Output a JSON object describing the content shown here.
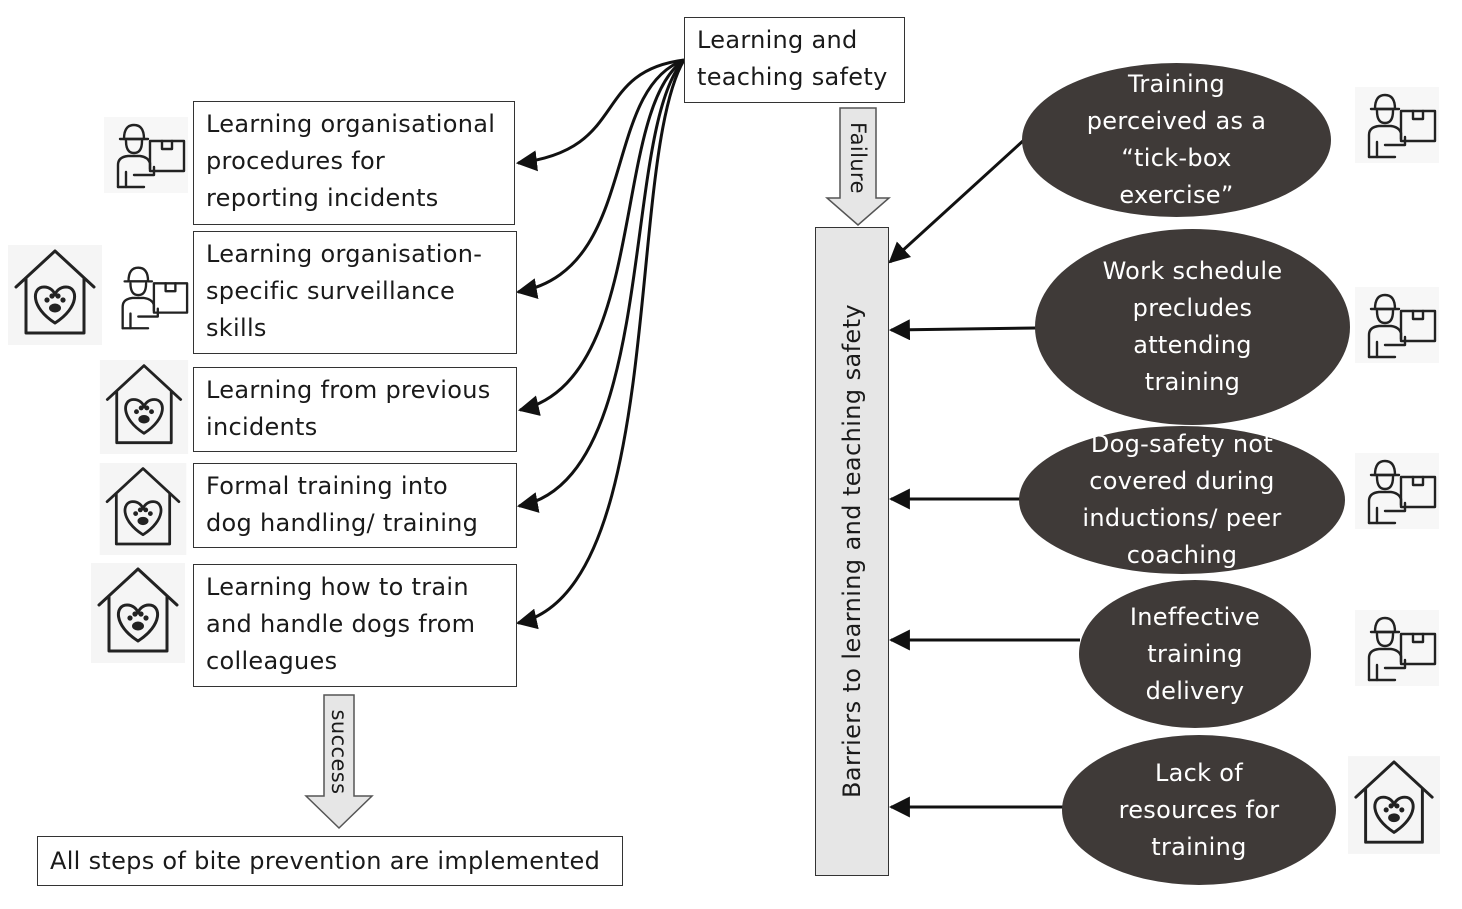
{
  "top_box": {
    "text": "Learning and\nteaching safety"
  },
  "failure_label": "Failure",
  "success_label": "success",
  "barrier_bar_label": "Barriers to learning and teaching safety",
  "bottom_box": {
    "text": "All steps of bite prevention are implemented"
  },
  "left_boxes": [
    {
      "text": "Learning organisational\nprocedures for\nreporting incidents",
      "icons": [
        "delivery-worker-icon"
      ]
    },
    {
      "text": "Learning organisation-\nspecific surveillance\nskills",
      "icons": [
        "dog-house-icon",
        "delivery-worker-icon"
      ]
    },
    {
      "text": "Learning from previous\nincidents",
      "icons": [
        "dog-house-icon"
      ]
    },
    {
      "text": "Formal training into\ndog handling/ training",
      "icons": [
        "dog-house-icon"
      ]
    },
    {
      "text": "Learning how to train\nand handle dogs from\ncolleagues",
      "icons": [
        "dog-house-icon"
      ]
    }
  ],
  "barriers": [
    {
      "text": "Training\nperceived as a\n“tick-box\nexercise”",
      "icon": "delivery-worker-icon"
    },
    {
      "text": "Work schedule\nprecludes\nattending\ntraining",
      "icon": "delivery-worker-icon"
    },
    {
      "text": "Dog-safety not\ncovered during\ninductions/ peer\ncoaching",
      "icon": "delivery-worker-icon"
    },
    {
      "text": "Ineffective\ntraining\ndelivery",
      "icon": "delivery-worker-icon"
    },
    {
      "text": "Lack of\nresources for\ntraining",
      "icon": "dog-house-icon"
    }
  ],
  "colors": {
    "ellipse_fill": "#3f3a38",
    "bar_fill": "#e6e6e6",
    "line": "#111111"
  }
}
